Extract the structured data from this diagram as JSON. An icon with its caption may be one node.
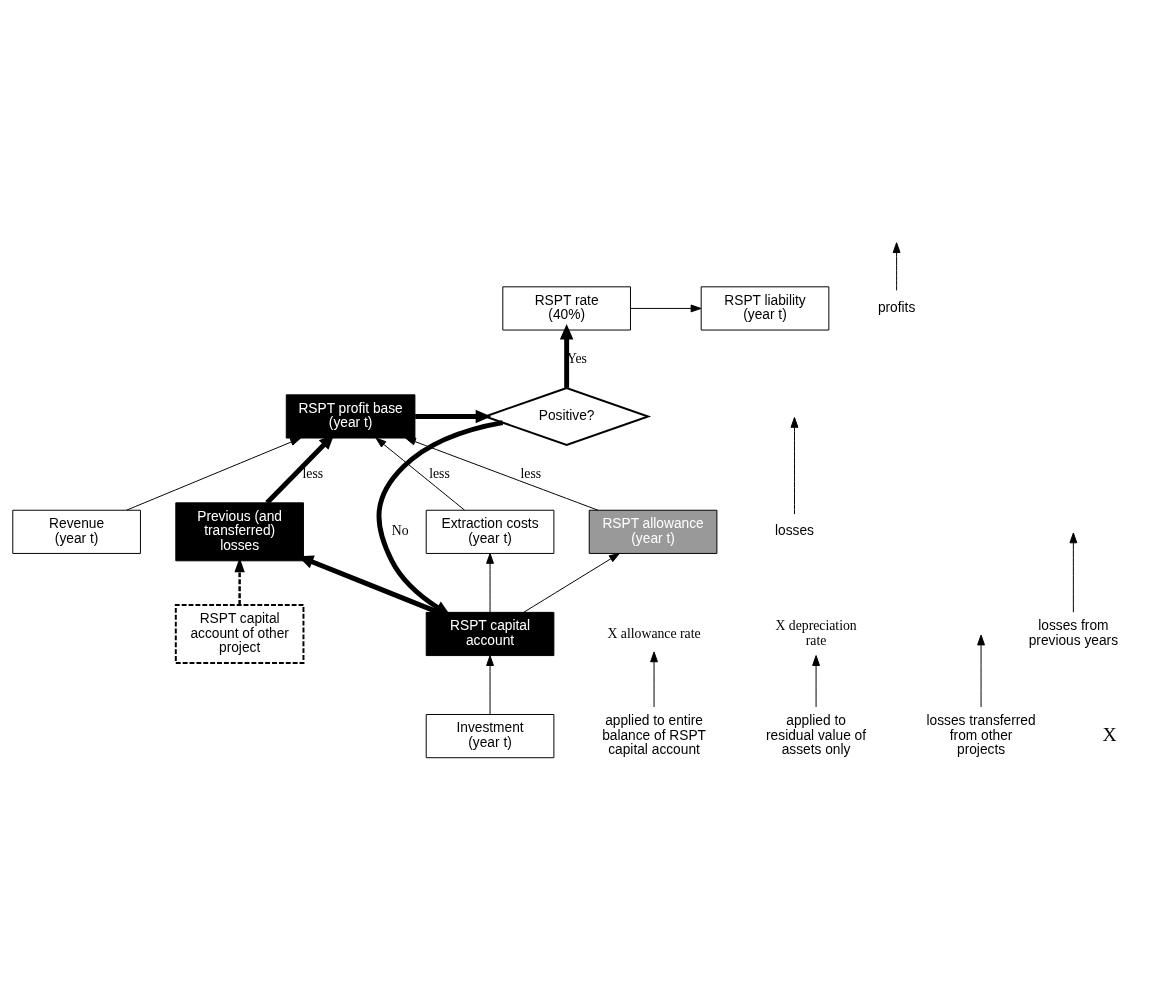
{
  "diagram": {
    "nodes": [
      {
        "text": [
          "RSPT rate",
          "(40%)"
        ]
      },
      {
        "text": [
          "RSPT liability",
          "(year t)"
        ]
      },
      {
        "text": [
          "Revenue",
          "(year t)"
        ]
      },
      {
        "text": [
          "RSPT profit base (year t)"
        ]
      },
      {
        "text": [
          "Positive?"
        ]
      },
      {
        "text": [
          "Extraction costs",
          "(year t)"
        ]
      },
      {
        "text": [
          "RSPT allowance (year t)"
        ]
      },
      {
        "text": [
          "Previous (and transferred) losses"
        ]
      },
      {
        "text": [
          "RSPT capital account"
        ]
      },
      {
        "text": [
          "RSPT capital account of other project"
        ]
      },
      {
        "text": [
          "Investment",
          "(year t)"
        ]
      },
      {
        "text": [
          "X allowance rate"
        ]
      },
      {
        "text": [
          "X depreciation rate"
        ]
      },
      {
        "text": [
          "profits"
        ]
      },
      {
        "text": [
          "losses"
        ]
      },
      {
        "text": [
          "losses transferred from other projects"
        ]
      },
      {
        "text": [
          "losses from previous years"
        ]
      },
      {
        "text": [
          "applied to entire balance of RSPT capital account"
        ]
      },
      {
        "text": [
          "applied to residual value of assets only"
        ]
      }
    ],
    "edges": [
      {
        "from": 0,
        "to": 1,
        "arrow": "to"
      },
      {
        "from": 2,
        "to": 3,
        "arrow": "to"
      },
      {
        "from": 5,
        "to": 3,
        "arrow": "to",
        "label": "less"
      },
      {
        "from": 3,
        "to": 4,
        "arrow": "to",
        "style": "thick"
      },
      {
        "from": 4,
        "to": 0,
        "arrow": "to",
        "label": "Yes",
        "style": "thick"
      },
      {
        "from": 4,
        "to": 8,
        "arrow": "to",
        "label": "No",
        "style": "thick"
      },
      {
        "from": 6,
        "to": 3,
        "arrow": "to",
        "label": "less"
      },
      {
        "from": 7,
        "to": 3,
        "arrow": "to",
        "label": "less",
        "style": "thick"
      },
      {
        "from": 8,
        "to": 6,
        "arrow": "to"
      },
      {
        "from": 8,
        "to": 7,
        "arrow": "to",
        "style": "thick"
      },
      {
        "from": 8,
        "to": 5,
        "arrow": "to"
      },
      {
        "from": 10,
        "to": 8,
        "arrow": "to"
      },
      {
        "from": 9,
        "to": 7,
        "arrow": "to",
        "style": "dashed"
      },
      {
        "from": 13,
        "to": null,
        "arrow": "to"
      },
      {
        "from": 14,
        "to": null,
        "arrow": "to"
      },
      {
        "from": 15,
        "to": null,
        "arrow": "to"
      },
      {
        "from": 16,
        "to": null,
        "arrow": "to"
      },
      {
        "from": 17,
        "to": 11,
        "arrow": "to"
      },
      {
        "from": 18,
        "to": 12,
        "arrow": "to"
      }
    ],
    "labels": [
      "X"
    ]
  }
}
